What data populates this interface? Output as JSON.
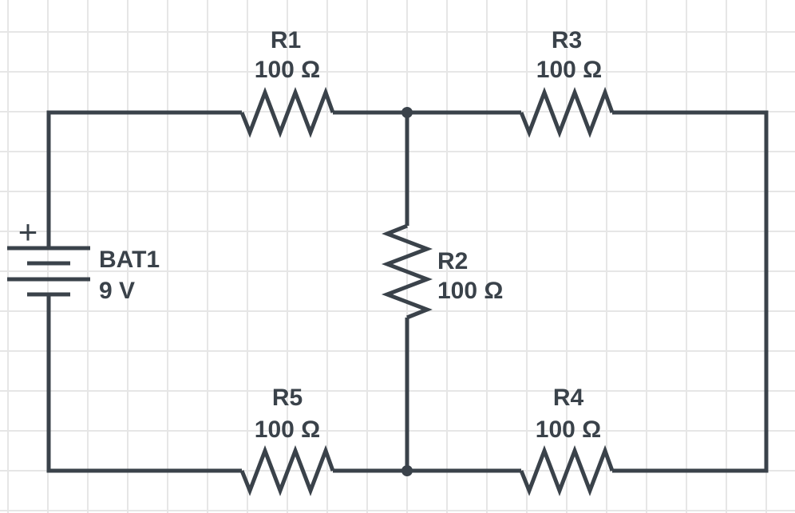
{
  "diagram": {
    "type": "circuit-schematic",
    "background_color": "#ffffff",
    "grid_color": "#e6e6e6",
    "wire_color": "#3a424a"
  },
  "components": {
    "bat1": {
      "name": "BAT1",
      "value": "9 V",
      "polarity": "+"
    },
    "r1": {
      "name": "R1",
      "value": "100 Ω"
    },
    "r2": {
      "name": "R2",
      "value": "100 Ω"
    },
    "r3": {
      "name": "R3",
      "value": "100 Ω"
    },
    "r4": {
      "name": "R4",
      "value": "100 Ω"
    },
    "r5": {
      "name": "R5",
      "value": "100 Ω"
    }
  }
}
